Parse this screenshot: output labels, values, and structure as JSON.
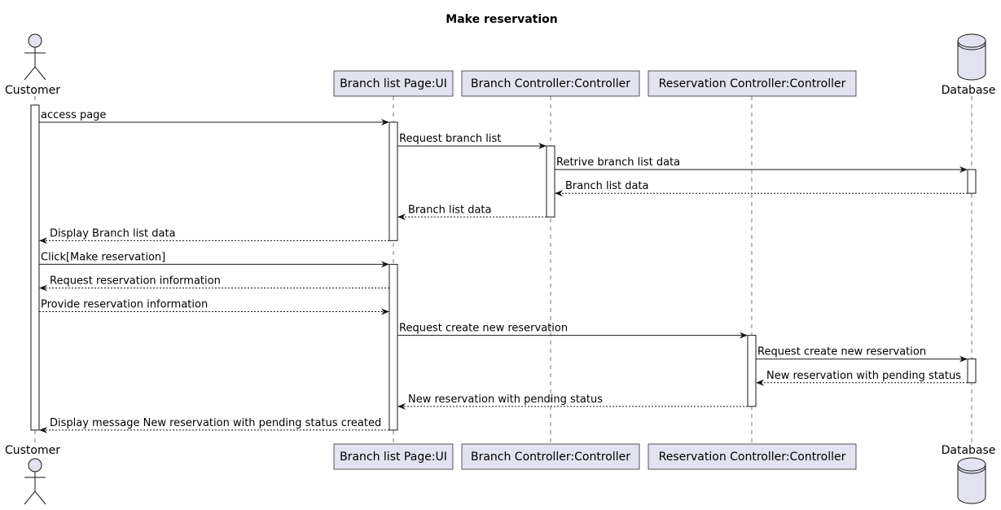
{
  "title": "Make reservation",
  "colors": {
    "participant_fill": "#E2E2F0",
    "participant_stroke": "#181818",
    "line": "#181818",
    "lifeline": "#555555",
    "activation_fill": "#FFFFFF"
  },
  "participants": [
    {
      "id": "customer",
      "label": "Customer",
      "kind": "actor"
    },
    {
      "id": "ui",
      "label": "Branch list Page:UI",
      "kind": "box"
    },
    {
      "id": "branch_ctrl",
      "label": "Branch Controller:Controller",
      "kind": "box"
    },
    {
      "id": "res_ctrl",
      "label": "Reservation Controller:Controller",
      "kind": "box"
    },
    {
      "id": "database",
      "label": "Database",
      "kind": "database"
    }
  ],
  "messages": [
    {
      "from": "customer",
      "to": "ui",
      "label": "access page",
      "style": "solid"
    },
    {
      "from": "ui",
      "to": "branch_ctrl",
      "label": "Request branch list",
      "style": "solid"
    },
    {
      "from": "branch_ctrl",
      "to": "database",
      "label": "Retrive branch list data",
      "style": "solid"
    },
    {
      "from": "database",
      "to": "branch_ctrl",
      "label": "Branch list data",
      "style": "dashed"
    },
    {
      "from": "branch_ctrl",
      "to": "ui",
      "label": "Branch list data",
      "style": "dashed"
    },
    {
      "from": "ui",
      "to": "customer",
      "label": "Display Branch list data",
      "style": "dashed"
    },
    {
      "from": "customer",
      "to": "ui",
      "label": "Click[Make reservation]",
      "style": "solid"
    },
    {
      "from": "ui",
      "to": "customer",
      "label": "Request reservation information",
      "style": "dashed"
    },
    {
      "from": "customer",
      "to": "ui",
      "label": "Provide reservation information",
      "style": "dashed"
    },
    {
      "from": "ui",
      "to": "res_ctrl",
      "label": "Request create new reservation",
      "style": "solid"
    },
    {
      "from": "res_ctrl",
      "to": "database",
      "label": "Request create new reservation",
      "style": "solid"
    },
    {
      "from": "database",
      "to": "res_ctrl",
      "label": "New reservation with pending status",
      "style": "dashed"
    },
    {
      "from": "res_ctrl",
      "to": "ui",
      "label": "New reservation with pending status",
      "style": "dashed"
    },
    {
      "from": "ui",
      "to": "customer",
      "label": "Display  message New reservation with pending status created",
      "style": "dashed"
    }
  ],
  "activations": [
    {
      "participant": "customer",
      "from_message": 0,
      "to_message": 13
    },
    {
      "participant": "ui",
      "from_message": 0,
      "to_message": 5
    },
    {
      "participant": "branch_ctrl",
      "from_message": 1,
      "to_message": 4
    },
    {
      "participant": "database",
      "from_message": 2,
      "to_message": 3
    },
    {
      "participant": "ui",
      "from_message": 6,
      "to_message": 13
    },
    {
      "participant": "res_ctrl",
      "from_message": 9,
      "to_message": 12
    },
    {
      "participant": "database",
      "from_message": 10,
      "to_message": 11
    }
  ]
}
